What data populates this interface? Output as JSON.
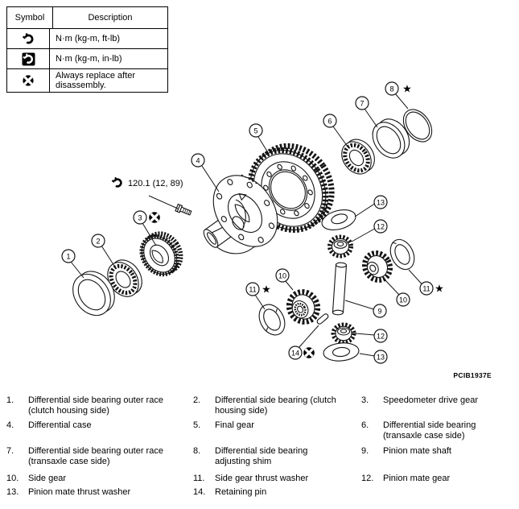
{
  "legend": {
    "header": {
      "symbol": "Symbol",
      "description": "Description"
    },
    "rows": [
      {
        "icon": "torque-wrench",
        "description": "N·m (kg-m, ft-lb)"
      },
      {
        "icon": "torque-wrench-inverted",
        "description": "N·m (kg-m, in-lb)"
      },
      {
        "icon": "always-replace",
        "description": "Always replace after disassembly."
      }
    ]
  },
  "diagram": {
    "torque_spec": "120.1 (12, 89)",
    "figure_code": "PCIB1937E",
    "star_symbol": "★",
    "callouts": [
      "1",
      "2",
      "3",
      "4",
      "5",
      "6",
      "7",
      "8",
      "9",
      "10",
      "11",
      "12",
      "13",
      "14"
    ]
  },
  "parts_list": [
    {
      "num": "1.",
      "text": "Differential side bearing outer race (clutch housing side)"
    },
    {
      "num": "2.",
      "text": "Differential side bearing (clutch housing side)"
    },
    {
      "num": "3.",
      "text": "Speedometer drive gear"
    },
    {
      "num": "4.",
      "text": "Differential case"
    },
    {
      "num": "5.",
      "text": "Final gear"
    },
    {
      "num": "6.",
      "text": "Differential side bearing (transaxle case side)"
    },
    {
      "num": "7.",
      "text": "Differential side bearing outer race (transaxle case side)"
    },
    {
      "num": "8.",
      "text": "Differential side bearing adjusting shim"
    },
    {
      "num": "9.",
      "text": "Pinion mate shaft"
    },
    {
      "num": "10.",
      "text": "Side gear"
    },
    {
      "num": "11.",
      "text": "Side gear thrust washer"
    },
    {
      "num": "12.",
      "text": "Pinion mate gear"
    },
    {
      "num": "13.",
      "text": "Pinion mate thrust washer"
    },
    {
      "num": "14.",
      "text": "Retaining pin"
    }
  ]
}
